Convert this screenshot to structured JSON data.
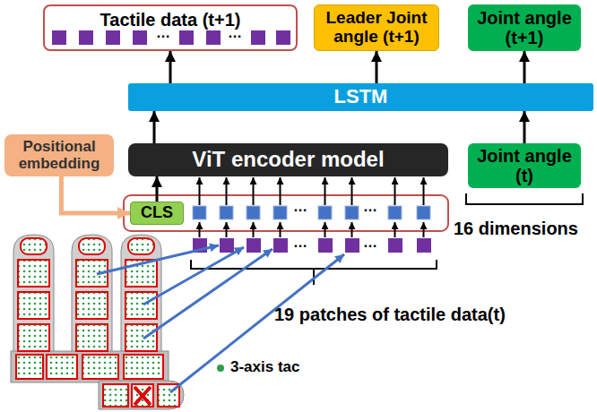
{
  "diagram": {
    "nodes": [
      {
        "text": [
          "Tactile data (t+1)"
        ]
      },
      {
        "text": [
          "Leader Joint angle (t+1)"
        ]
      },
      {
        "text": [
          "Joint angle (t+1)"
        ]
      },
      {
        "text": [
          "LSTM"
        ]
      },
      {
        "text": [
          "ViT encoder model"
        ]
      },
      {
        "text": [
          "Joint angle (t)"
        ]
      },
      {
        "text": [
          "Positional embedding"
        ]
      },
      {
        "text": [
          "CLS"
        ]
      }
    ],
    "edges": [
      {
        "from": 3,
        "to": 0,
        "arrow": "to"
      },
      {
        "from": 3,
        "to": 1,
        "arrow": "to"
      },
      {
        "from": 3,
        "to": 2,
        "arrow": "to"
      },
      {
        "from": 4,
        "to": 3,
        "arrow": "to"
      },
      {
        "from": 5,
        "to": 3,
        "arrow": "to"
      },
      {
        "from": 6,
        "to": 7,
        "arrow": "to"
      },
      {
        "from": 7,
        "to": 4,
        "arrow": "to"
      }
    ],
    "labels": [
      "…",
      "…",
      "…",
      "…",
      "…",
      "…",
      "16 dimensions",
      "19 patches of tactile data(t)",
      "3-axis tac"
    ]
  }
}
